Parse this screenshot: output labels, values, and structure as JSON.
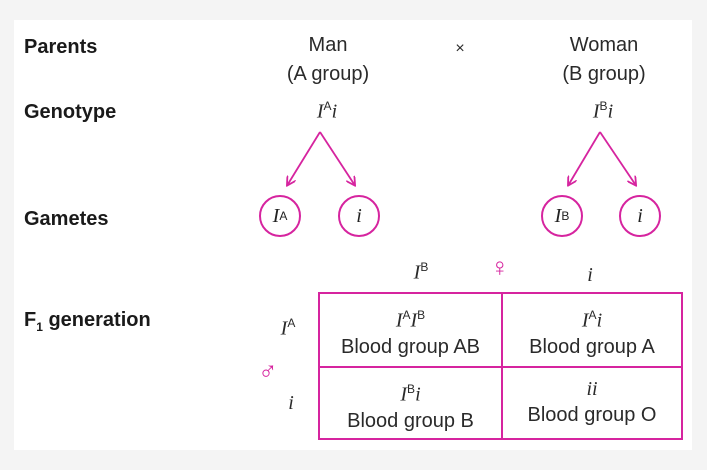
{
  "labels": {
    "parents": "Parents",
    "genotype": "Genotype",
    "gametes": "Gametes",
    "f1": "F",
    "f1_sub": "1",
    "f1_rest": " generation"
  },
  "parents": {
    "man": "Man",
    "man_group": "(A group)",
    "cross": "×",
    "woman": "Woman",
    "woman_group": "(B group)"
  },
  "genotype": {
    "man_base": "I",
    "man_sup": "A",
    "man_tail": "i",
    "woman_base": "I",
    "woman_sup": "B",
    "woman_tail": "i"
  },
  "gametes": {
    "g1_base": "I",
    "g1_sup": "A",
    "g2": "i",
    "g3_base": "I",
    "g3_sup": "B",
    "g4": "i"
  },
  "punnett": {
    "female_symbol": "♀",
    "male_symbol": "♂",
    "col1_base": "I",
    "col1_sup": "B",
    "col2": "i",
    "row1_base": "I",
    "row1_sup": "A",
    "row2": "i",
    "cells": [
      {
        "g1": "I",
        "s1": "A",
        "g2": "I",
        "s2": "B",
        "phenotype": "Blood group AB"
      },
      {
        "g1": "I",
        "s1": "A",
        "g2": "i",
        "s2": "",
        "phenotype": "Blood group A"
      },
      {
        "g1": "I",
        "s1": "B",
        "g2": "i",
        "s2": "",
        "phenotype": "Blood group B"
      },
      {
        "g1": "ii",
        "s1": "",
        "g2": "",
        "s2": "",
        "phenotype": "Blood group O"
      }
    ]
  },
  "colors": {
    "accent": "#d6249f"
  }
}
